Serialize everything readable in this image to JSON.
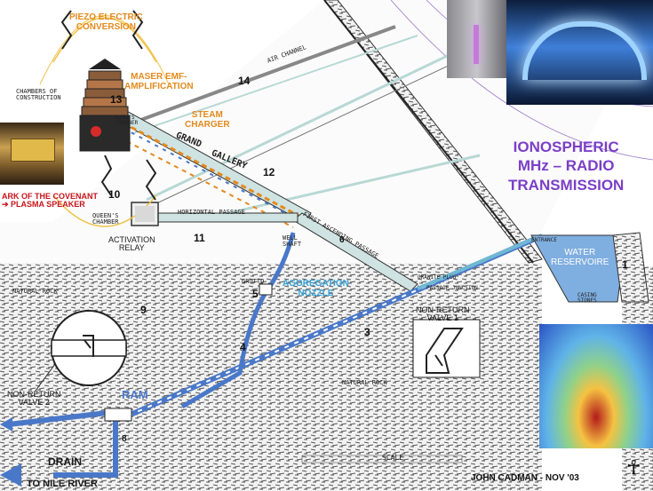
{
  "title": {
    "ionospheric": "IONOSPHERIC",
    "mhz_radio": "MHz – RADIO",
    "transmission": "TRANSMISSION"
  },
  "labels": {
    "piezo": "PIEZO ELECTRIC",
    "piezo2": "CONVERSION",
    "maser": "MASER EMF-",
    "maser2": "AMPLIFICATION",
    "steam": "STEAM",
    "steam2": "CHARGER",
    "ark": "ARK OF THE COVENANT",
    "ark2": "➔ PLASMA SPEAKER",
    "activation": "ACTIVATION",
    "activation2": "RELAY",
    "aggregation": "AGGREGATION",
    "aggregation2": "NOZZLE",
    "water": "WATER",
    "water2": "RESERVOIRE",
    "nonreturn1": "NON-RETURN",
    "nonreturn1b": "VALVE 1",
    "nonreturn2": "NON-RETURN",
    "nonreturn2b": "VALVE 2",
    "ram": "RAM",
    "drain": "DRAIN",
    "nile": "TO NILE RIVER",
    "credit": "JOHN CADMAN - NOV '03"
  },
  "plan_labels": {
    "chambers": "CHAMBERS OF",
    "chambers2": "CONSTRUCTION",
    "kings": "KING'S",
    "kings2": "CHAMBER",
    "grand": "GRAND",
    "gallery": "GALLERY",
    "queens": "QUEEN'S",
    "queens2": "CHAMBER",
    "horizontal": "HORIZONTAL PASSAGE",
    "air": "AIR CHANNEL",
    "first": "FIRST ASCENDING PASSAGE",
    "well": "WELL",
    "shaft": "SHAFT",
    "grotto": "GROTTO",
    "natural1": "NATURAL ROCK",
    "natural2": "NATURAL ROCK",
    "entrance": "ENTRANCE",
    "granite": "GRANITE PLUG",
    "junction": "PASSAGE JUNCTION",
    "scale": "SCALE",
    "casing": "CASING",
    "casing2": "STONES"
  },
  "numbers": {
    "n1": "1",
    "n3": "3",
    "n4": "4",
    "n5": "5",
    "n6": "6",
    "n8": "8",
    "n9": "9",
    "n10": "10",
    "n11": "11",
    "n12": "12",
    "n13": "13",
    "n14": "14"
  },
  "colors": {
    "orange": "#e38a1e",
    "blue_label": "#37a3d8",
    "pipe_blue": "#4a78c9",
    "water": "#7faee0",
    "purple": "#7a3fc7",
    "red": "#c8141c"
  }
}
